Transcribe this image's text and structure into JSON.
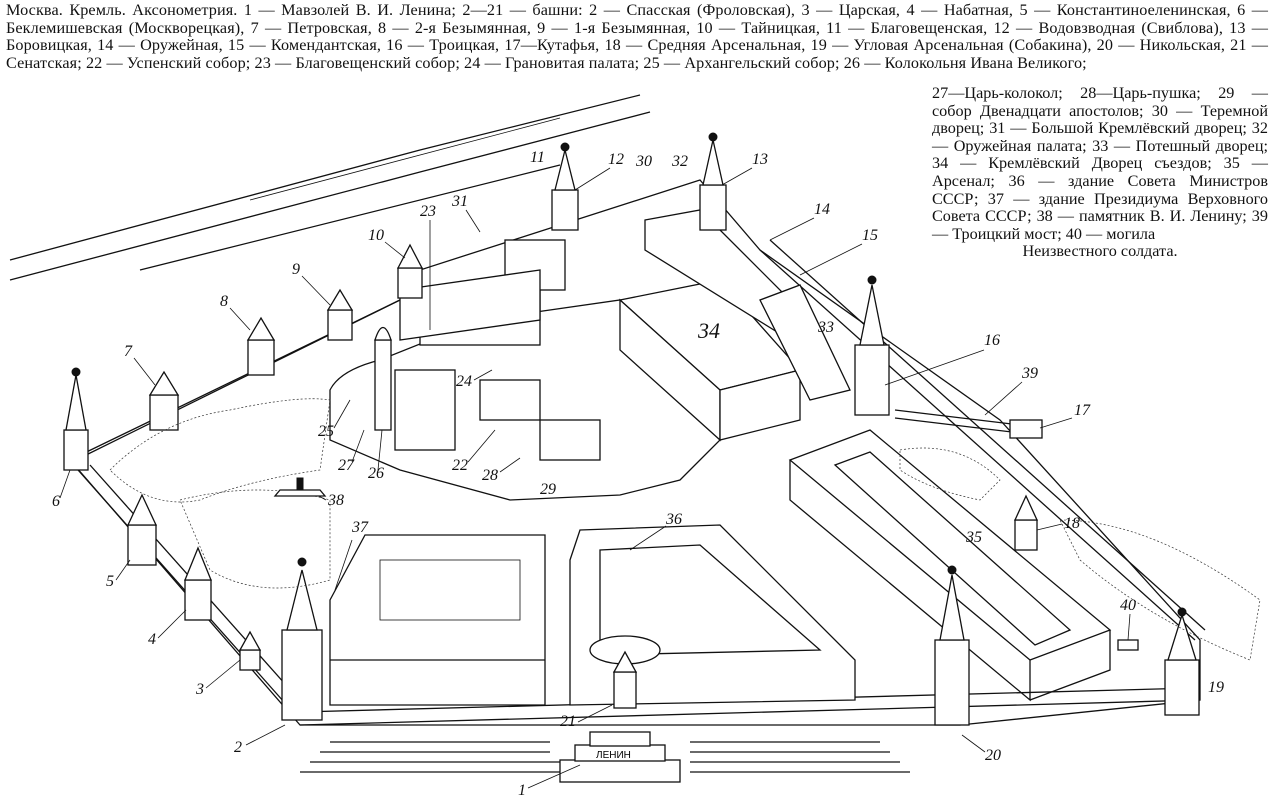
{
  "caption": {
    "top": "Москва. Кремль. Аксонометрия. 1 — Мавзолей В. И. Ленина; 2—21 — башни: 2 — Спасская (Фроловская), 3 — Царская, 4 — Набатная, 5 — Константиноеленинская, 6 — Беклемишевская (Москворецкая), 7 — Петровская, 8 — 2-я Безымянная, 9 — 1-я Безымянная, 10 — Тайницкая, 11 — Благовещенская, 12 — Водовзводная (Свиблова), 13 — Боровицкая, 14 — Оружейная, 15 — Комендантская, 16 — Троицкая, 17—Кутафья, 18 — Средняя Арсенальная, 19 — Угловая Арсенальная (Собакина), 20 — Никольская, 21 — Сенатская; 22 — Успенский собор; 23 — Благовещенский собор; 24 — Грановитая палата; 25 — Архангельский собор; 26 — Колокольня Ивана Великого;",
    "right": "27—Царь-колокол; 28—Царь-пушка; 29 — собор Двенадцати апостолов; 30 — Теремной дворец; 31 — Большой Кремлёвский дворец; 32 — Оружейная палата; 33 — Потешный дворец; 34 — Кремлёвский Дворец съездов; 35 — Арсенал; 36 — здание Совета Министров СССР; 37 — здание Президиума Верховного Совета СССР; 38 — памятник В. И. Ленину; 39 — Троицкий мост; 40 — могила",
    "right_end": "Неизвестного солдата."
  },
  "mausoleum_sign": "ЛЕНИН",
  "labels": {
    "n1": "1",
    "n2": "2",
    "n3": "3",
    "n4": "4",
    "n5": "5",
    "n6": "6",
    "n7": "7",
    "n8": "8",
    "n9": "9",
    "n10": "10",
    "n11": "11",
    "n12": "12",
    "n13": "13",
    "n14": "14",
    "n15": "15",
    "n16": "16",
    "n17": "17",
    "n18": "18",
    "n19": "19",
    "n20": "20",
    "n21": "21",
    "n22": "22",
    "n23": "23",
    "n24": "24",
    "n25": "25",
    "n26": "26",
    "n27": "27",
    "n28": "28",
    "n29": "29",
    "n30": "30",
    "n31": "31",
    "n32": "32",
    "n33": "33",
    "n34": "34",
    "n35": "35",
    "n36": "36",
    "n37": "37",
    "n38": "38",
    "n39": "39",
    "n40": "40"
  },
  "colors": {
    "ink": "#111111",
    "paper": "#ffffff"
  }
}
